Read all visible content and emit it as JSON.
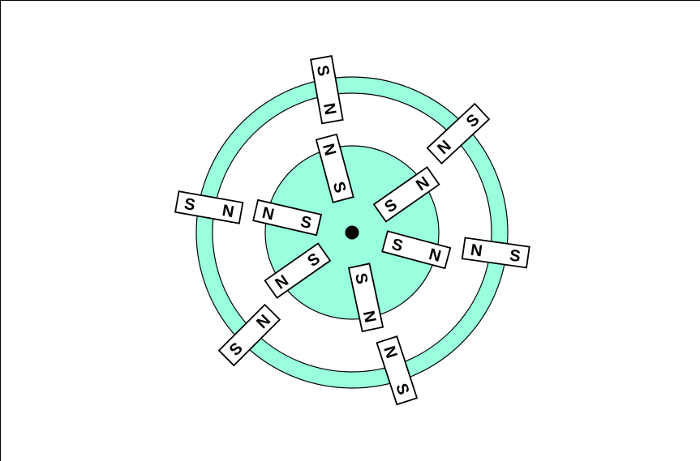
{
  "diagram": {
    "colors": {
      "fill": "#99FFDD",
      "stroke": "#000000",
      "magnet_fill": "#FFFFFF",
      "background": "#FFFFFF"
    },
    "inner_magnets": [
      {
        "id": "inner-top",
        "outer_pole": "N",
        "inner_pole": "S"
      },
      {
        "id": "inner-upper-right",
        "outer_pole": "N",
        "inner_pole": "S"
      },
      {
        "id": "inner-right",
        "outer_pole": "N",
        "inner_pole": "S"
      },
      {
        "id": "inner-lower-right",
        "outer_pole": "N",
        "inner_pole": "S"
      },
      {
        "id": "inner-lower-left",
        "outer_pole": "N",
        "inner_pole": "S"
      },
      {
        "id": "inner-left",
        "outer_pole": "N",
        "inner_pole": "S"
      }
    ],
    "outer_magnets": [
      {
        "id": "outer-top",
        "outer_pole": "S",
        "inner_pole": "N"
      },
      {
        "id": "outer-upper-right",
        "outer_pole": "S",
        "inner_pole": "N"
      },
      {
        "id": "outer-right",
        "outer_pole": "S",
        "inner_pole": "N"
      },
      {
        "id": "outer-lower-right",
        "outer_pole": "S",
        "inner_pole": "N"
      },
      {
        "id": "outer-lower-left",
        "outer_pole": "S",
        "inner_pole": "N"
      },
      {
        "id": "outer-left",
        "outer_pole": "S",
        "inner_pole": "N"
      }
    ]
  }
}
